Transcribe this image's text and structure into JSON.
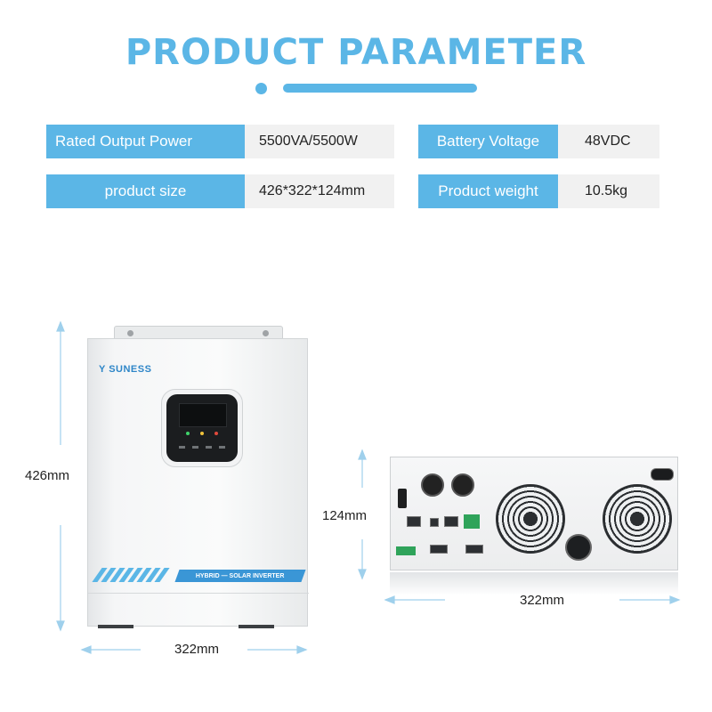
{
  "header": {
    "title": "PRODUCT PARAMETER"
  },
  "specs": [
    {
      "label": "Rated Output Power",
      "value": "5500VA/5500W"
    },
    {
      "label": "Battery Voltage",
      "value": "48VDC"
    },
    {
      "label": "product size",
      "value": "426*322*124mm"
    },
    {
      "label": "Product weight",
      "value": "10.5kg"
    }
  ],
  "dimensions": {
    "front_height": "426mm",
    "front_width": "322mm",
    "side_height": "124mm",
    "side_width": "322mm"
  },
  "front_unit": {
    "brand": "SUNESS",
    "band_label": "HYBRID — SOLAR INVERTER"
  },
  "colors": {
    "accent": "#5bb6e6",
    "spec_value_bg": "#f1f1f1",
    "brand_blue": "#2e86c8"
  },
  "icons": [
    "brand-logo-icon",
    "fan-icon",
    "power-switch-icon",
    "dimension-arrow-icon"
  ]
}
